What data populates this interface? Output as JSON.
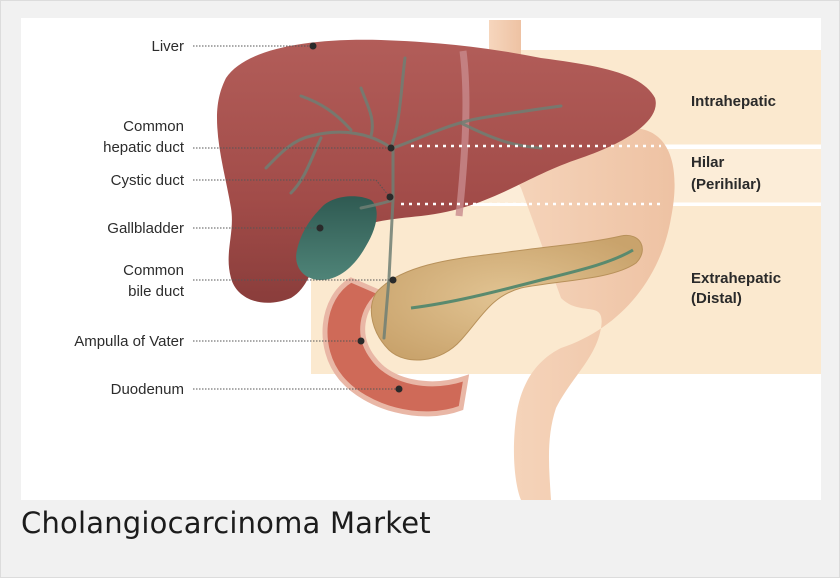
{
  "caption": "Cholangiocarcinoma Market",
  "labels": {
    "liver": "Liver",
    "common_hepatic_duct_1": "Common",
    "common_hepatic_duct_2": "hepatic duct",
    "cystic_duct": "Cystic duct",
    "gallbladder": "Gallbladder",
    "common_bile_duct_1": "Common",
    "common_bile_duct_2": "bile duct",
    "ampulla": "Ampulla of Vater",
    "duodenum": "Duodenum"
  },
  "zones": {
    "intrahepatic": "Intrahepatic",
    "hilar_1": "Hilar",
    "hilar_2": "(Perihilar)",
    "extrahepatic_1": "Extrahepatic",
    "extrahepatic_2": "(Distal)"
  },
  "colors": {
    "band": "#fbe9cf",
    "liver": "#a8524f",
    "liver_dark": "#7e3a38",
    "gallbladder": "#3d6b62",
    "pancreas": "#d9b784",
    "duodenum": "#cf6a58",
    "stomach": "#f3cfb4",
    "duct": "#5a8a6e"
  }
}
